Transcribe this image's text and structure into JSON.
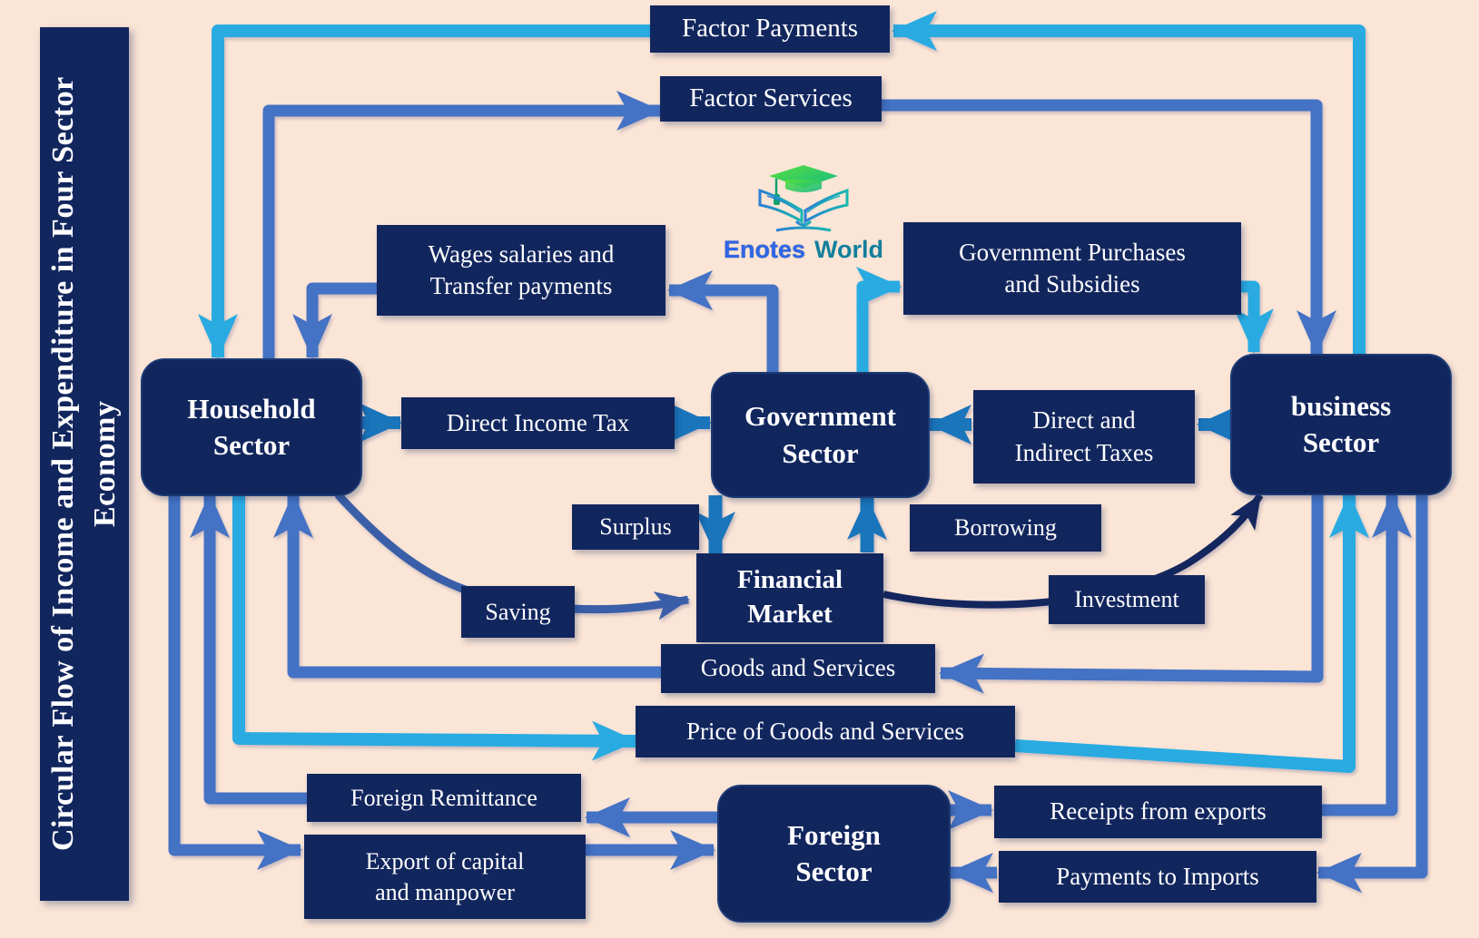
{
  "title": {
    "sidebar": "Circular Flow of Income and Expenditure in  Four Sector\nEconomy"
  },
  "logo": {
    "enotes": "Enotes",
    "world": "World"
  },
  "colors": {
    "background": "#fbe5d6",
    "box_navy": "#12265e",
    "arrow_cyan": "#29abe2",
    "arrow_blue": "#4472c4",
    "arrow_bright_blue": "#1a75bb",
    "curve_dark_navy": "#14265e",
    "curve_steel_blue": "#3a5fa8",
    "text_white": "#ffffff"
  },
  "nodes": {
    "factor_payments": {
      "label": "Factor Payments"
    },
    "factor_services": {
      "label": "Factor Services"
    },
    "wages": {
      "label": "Wages salaries and\nTransfer payments"
    },
    "gov_purchases": {
      "label": "Government Purchases\nand Subsidies"
    },
    "household": {
      "label": "Household\nSector"
    },
    "direct_income_tax": {
      "label": "Direct Income Tax"
    },
    "government": {
      "label": "Government\nSector"
    },
    "direct_indirect": {
      "label": "Direct and\nIndirect Taxes"
    },
    "business": {
      "label": "business\nSector"
    },
    "surplus": {
      "label": "Surplus"
    },
    "borrowing": {
      "label": "Borrowing"
    },
    "financial": {
      "label": "Financial\nMarket"
    },
    "saving": {
      "label": "Saving"
    },
    "investment": {
      "label": "Investment"
    },
    "goods_services": {
      "label": "Goods and Services"
    },
    "price_goods": {
      "label": "Price of Goods and Services"
    },
    "foreign_remittance": {
      "label": "Foreign Remittance"
    },
    "export_capital": {
      "label": "Export of capital\nand manpower"
    },
    "foreign": {
      "label": "Foreign\nSector"
    },
    "receipts_exports": {
      "label": "Receipts from exports"
    },
    "payments_imports": {
      "label": "Payments to Imports"
    }
  }
}
